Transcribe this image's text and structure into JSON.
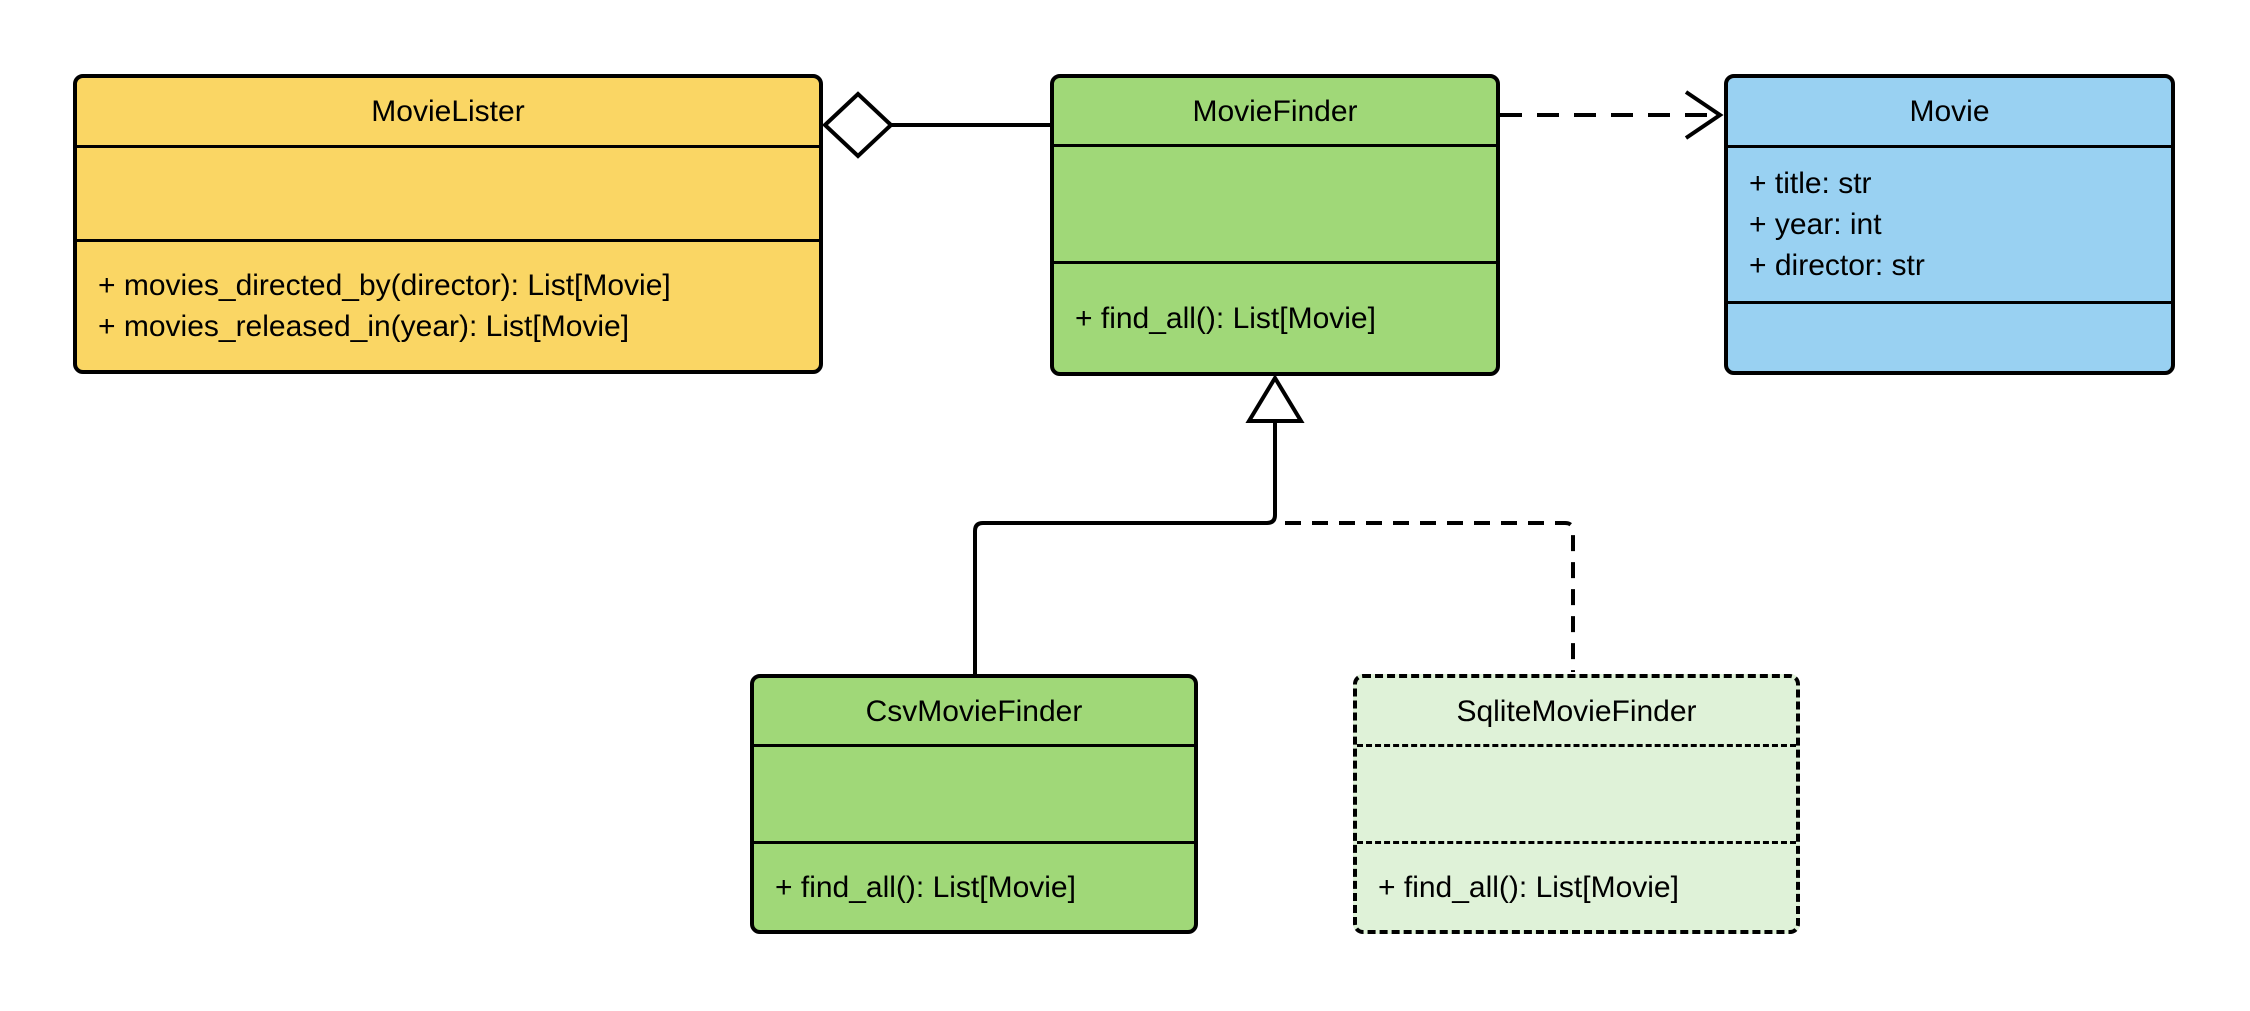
{
  "diagram": {
    "type": "uml-class-diagram",
    "background_color": "#ffffff",
    "stroke_color": "#000000",
    "classes": [
      {
        "id": "MovieLister",
        "title": "MovieLister",
        "attributes": [],
        "methods": [
          "+ movies_directed_by(director): List[Movie]",
          "+ movies_released_in(year): List[Movie]"
        ],
        "fill": "#FAD664",
        "border_style": "solid"
      },
      {
        "id": "MovieFinder",
        "title": "MovieFinder",
        "attributes": [],
        "methods": [
          "+ find_all(): List[Movie]"
        ],
        "fill": "#A0D878",
        "border_style": "solid"
      },
      {
        "id": "Movie",
        "title": "Movie",
        "attributes": [
          "+ title: str",
          "+ year: int",
          "+ director: str"
        ],
        "methods": [],
        "fill": "#99D1F2",
        "border_style": "solid"
      },
      {
        "id": "CsvMovieFinder",
        "title": "CsvMovieFinder",
        "attributes": [],
        "methods": [
          "+ find_all(): List[Movie]"
        ],
        "fill": "#A0D878",
        "border_style": "solid"
      },
      {
        "id": "SqliteMovieFinder",
        "title": "SqliteMovieFinder",
        "attributes": [],
        "methods": [
          "+ find_all(): List[Movie]"
        ],
        "fill": "#DFF2D8",
        "border_style": "dashed"
      }
    ],
    "relationships": [
      {
        "type": "aggregation",
        "source": "MovieLister",
        "target": "MovieFinder",
        "line": "solid",
        "marker": "hollow-diamond"
      },
      {
        "type": "dependency",
        "source": "MovieFinder",
        "target": "Movie",
        "line": "dashed",
        "marker": "open-arrow"
      },
      {
        "type": "generalization",
        "source": "CsvMovieFinder",
        "target": "MovieFinder",
        "line": "solid",
        "marker": "hollow-triangle"
      },
      {
        "type": "generalization",
        "source": "SqliteMovieFinder",
        "target": "MovieFinder",
        "line": "dashed",
        "marker": "hollow-triangle"
      }
    ]
  }
}
